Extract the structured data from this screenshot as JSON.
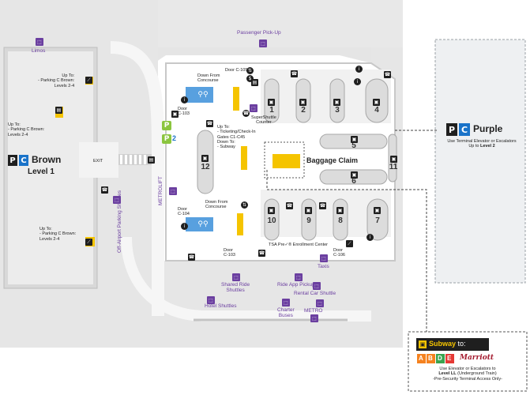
{
  "colors": {
    "brown_badge": "#1f1f1f",
    "parking_blue": "#1a73c9",
    "shuttle_purple": "#6b3fa0",
    "parking_green": "#8bc53f",
    "subway_yellow": "#f5c400",
    "structure_gray": "#dcdcdc",
    "walkway_gray": "#ececec"
  },
  "places": {
    "passenger_pickup": "Passenger Pick-Up",
    "limos": "Limos",
    "brown_name": "Brown",
    "brown_level": "Level 1",
    "purple_name": "Purple",
    "purple_note_line1": "Use Terminal Elevator or Escalators",
    "purple_note_line2": "Up to ",
    "purple_note_level": "Level 2",
    "exit": "EXIT",
    "metrolift": "METROLIFT",
    "offairport_shuttles": "Off-Airport Parking Shuttles",
    "baggage_claim": "Baggage Claim",
    "taxis": "Taxis",
    "shared_ride_1": "Shared Ride",
    "shared_ride_2": "Shuttles",
    "rideapp": "Ride App Pickup",
    "rental_car": "Rental Car Shuttle",
    "hotel_shuttles": "Hotel Shuttles",
    "charter_1": "Charter",
    "charter_2": "Buses",
    "metro": "METRO",
    "supershuttle_1": "SuperShuttle",
    "supershuttle_2": "Counter",
    "tsa": "TSA Pre✓® Enrollment Center",
    "p2_suffix": "2"
  },
  "doors": {
    "c103": "Door C-103",
    "c103b": "Door C-103",
    "c104": "Door C-104",
    "c105": "Door C-105",
    "c106": "Door C-106"
  },
  "upto_blocks": {
    "top_left_1": "Up To:",
    "top_left_2": "- Parking C Brown:",
    "top_left_3": "Levels 2-4",
    "mid_left_1": "Up To:",
    "mid_left_2": "- Parking C Brown:",
    "mid_left_3": "Levels 2-4",
    "bot_left_1": "Up To:",
    "bot_left_2": "- Parking C Brown:",
    "bot_left_3": "Levels 2-4"
  },
  "concourse": {
    "down_top_1": "Down From",
    "down_top_2": "Concourse",
    "down_bot_1": "Down From",
    "down_bot_2": "Concourse",
    "upto_1": "Up To:",
    "upto_2": "- Ticketing/Check-In",
    "upto_3": "Gates C1-C45",
    "downto_1": "Down To:",
    "downto_2": "- Subway"
  },
  "belts": [
    "1",
    "2",
    "3",
    "4",
    "5",
    "6",
    "7",
    "8",
    "9",
    "10",
    "11",
    "12"
  ],
  "subway_box": {
    "title": "Subway",
    "title_suffix": " to:",
    "letters": [
      "A",
      "B",
      "D",
      "E"
    ],
    "brand": "Marriott",
    "line1": "Use Elevator or Escalators to",
    "line2_bold": "Level LL",
    "line2_rest": " (Underground Train)",
    "line3": "-Pre-Security Terminal Access Only-"
  },
  "icons": {
    "restroom": "restroom-icon",
    "elevator": "elevator-icon",
    "escalator": "escalator-icon",
    "info": "info-icon",
    "baggage": "baggage-icon",
    "phone": "phone-icon",
    "atm": "atm-icon"
  }
}
